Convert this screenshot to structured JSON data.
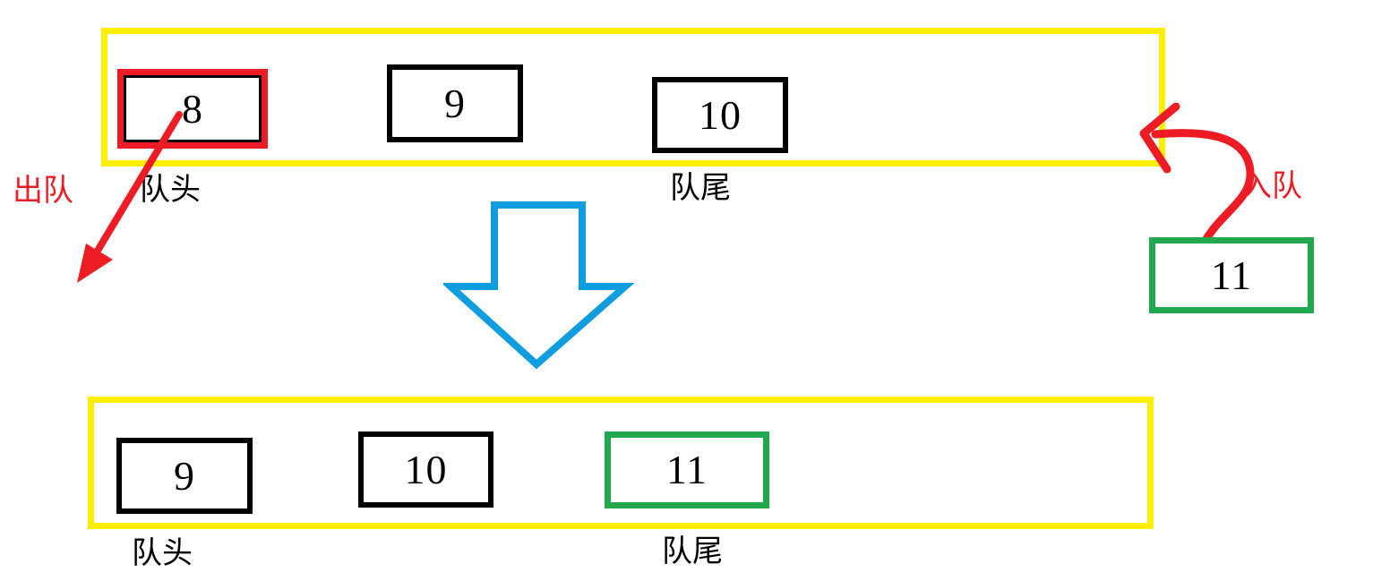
{
  "diagram": {
    "title": "queue-enqueue-dequeue-illustration",
    "colors": {
      "frame": "#ffee00",
      "dequeue": "#ed1c24",
      "enqueue": "#22a84f",
      "transition": "#109ddf",
      "cell_border": "#000000",
      "text": "#000000"
    }
  },
  "top_queue": {
    "frame_name": "queue-container-before",
    "cells": [
      {
        "value": "8",
        "style": "red",
        "name": "queue-cell-8"
      },
      {
        "value": "9",
        "style": "black",
        "name": "queue-cell-9"
      },
      {
        "value": "10",
        "style": "black",
        "name": "queue-cell-10"
      }
    ],
    "head_label": "队头",
    "tail_label": "队尾"
  },
  "bottom_queue": {
    "frame_name": "queue-container-after",
    "cells": [
      {
        "value": "9",
        "style": "black",
        "name": "queue-cell-9"
      },
      {
        "value": "10",
        "style": "black",
        "name": "queue-cell-10"
      },
      {
        "value": "11",
        "style": "green",
        "name": "queue-cell-11"
      }
    ],
    "head_label": "队头",
    "tail_label": "队尾"
  },
  "operations": {
    "dequeue_label": "出队",
    "enqueue_label": "入队"
  },
  "incoming": {
    "value": "11",
    "name": "incoming-element-11"
  }
}
